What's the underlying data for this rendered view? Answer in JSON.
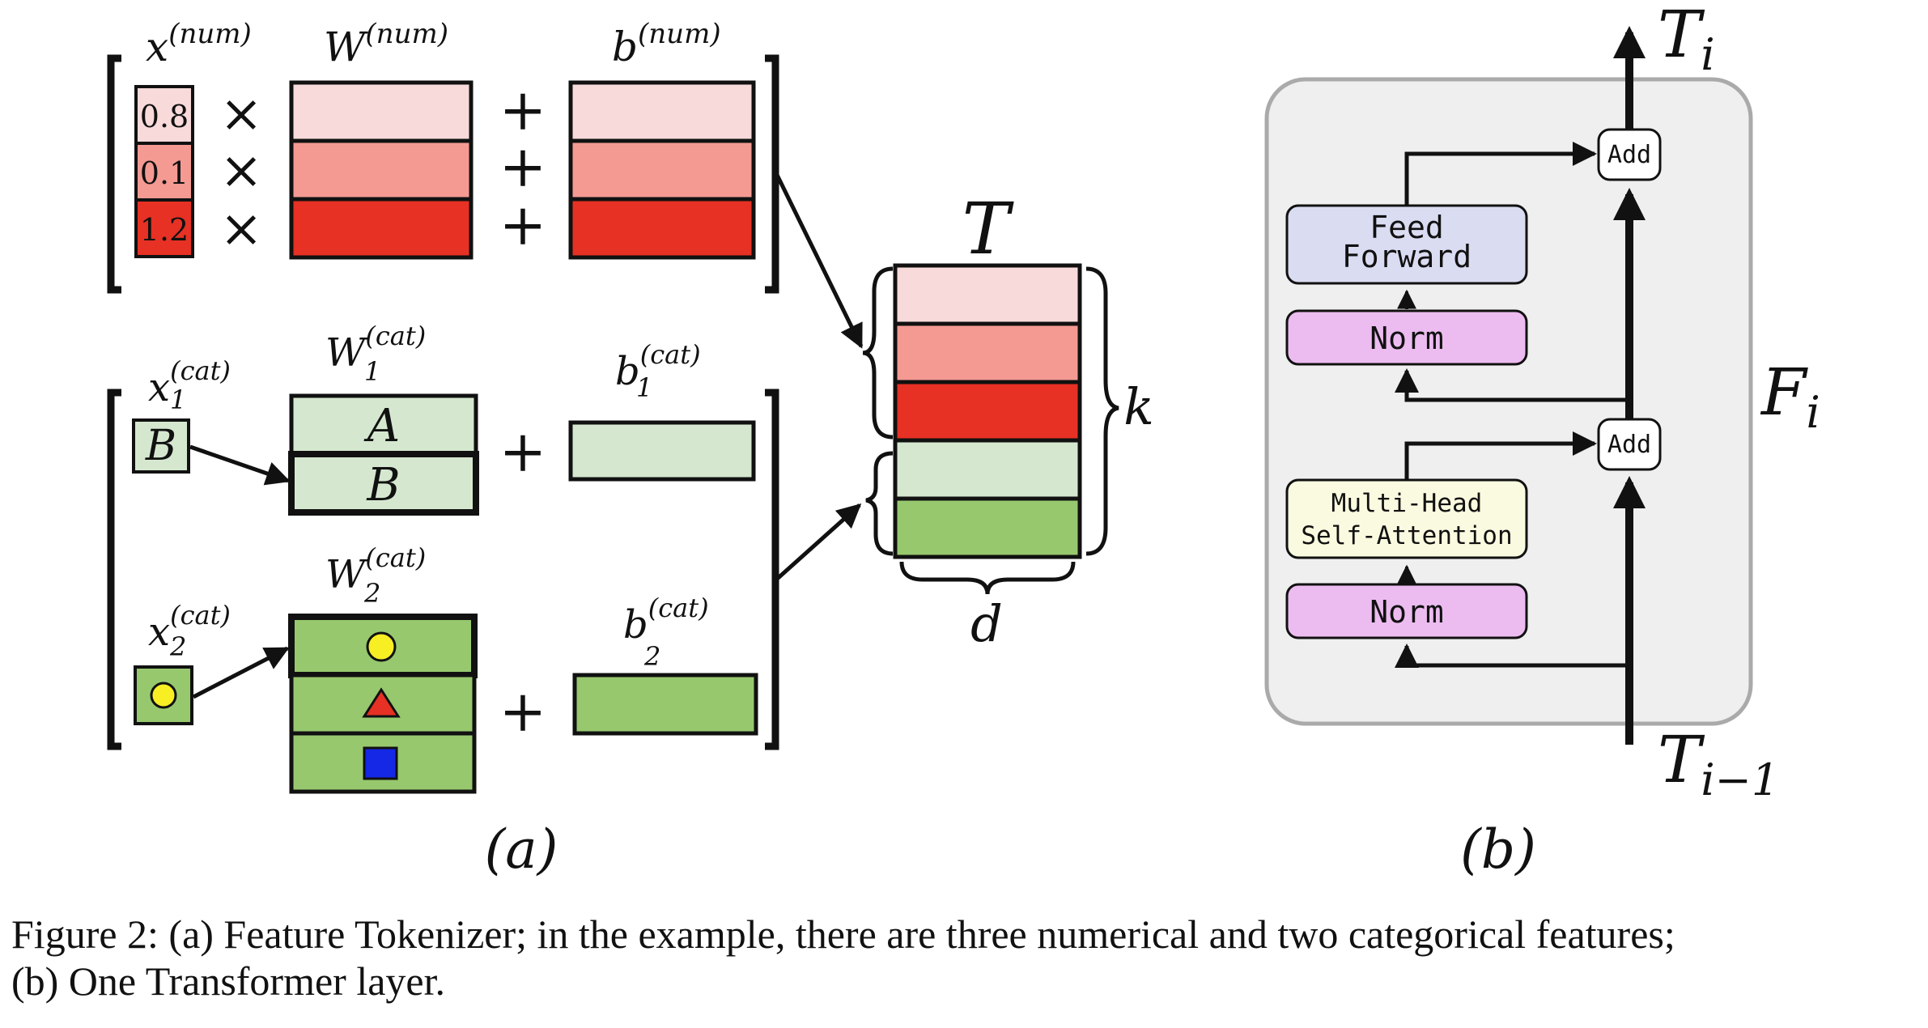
{
  "colors": {
    "num_row_1": "#f9dada",
    "num_row_2": "#f49a93",
    "num_row_3": "#e63124",
    "cat_light": "#d5e8cf",
    "cat_dark": "#97c86e",
    "ff_box": "#dadcf2",
    "norm_box": "#ecbcf0",
    "mhsa_box": "#fafae0",
    "layer_bg": "#efefef",
    "circle": "#f7ee24",
    "triangle": "#e63124",
    "square": "#1428e6"
  },
  "panel_a": {
    "label": "(a)",
    "x_num": {
      "base": "x",
      "sup": "(num)"
    },
    "w_num": {
      "base": "W",
      "sup": "(num)"
    },
    "b_num": {
      "base": "b",
      "sup": "(num)"
    },
    "x_values": [
      "0.8",
      "0.1",
      "1.2"
    ],
    "times": "×",
    "plus": "+",
    "x_cat1": {
      "base": "x",
      "sub": "1",
      "sup": "(cat)"
    },
    "x_cat2": {
      "base": "x",
      "sub": "2",
      "sup": "(cat)"
    },
    "w_cat1": {
      "base": "W",
      "sub": "1",
      "sup": "(cat)"
    },
    "w_cat2": {
      "base": "W",
      "sub": "2",
      "sup": "(cat)"
    },
    "b_cat1": {
      "base": "b",
      "sub": "1",
      "sup": "(cat)"
    },
    "b_cat2": {
      "base": "b",
      "sub": "2",
      "sup": "(cat)"
    },
    "x_cat1_value": "B",
    "w_cat1_rows": [
      "A",
      "B"
    ],
    "w_cat2_rows": [
      "circle",
      "triangle",
      "square"
    ],
    "token_title": "T",
    "k_label": "k",
    "d_label": "d"
  },
  "panel_b": {
    "label": "(b)",
    "output": {
      "base": "T",
      "sub": "i"
    },
    "input": {
      "base": "T",
      "sub": "i−1"
    },
    "block": {
      "base": "F",
      "sub": "i"
    },
    "add_label": "Add",
    "ff_lines": [
      "Feed",
      "Forward"
    ],
    "norm_label": "Norm",
    "mhsa_lines": [
      "Multi-Head",
      "Self-Attention"
    ]
  },
  "caption": {
    "line1": "Figure 2: (a) Feature Tokenizer; in the example, there are three numerical and two categorical features;",
    "line2": "(b) One Transformer layer."
  }
}
